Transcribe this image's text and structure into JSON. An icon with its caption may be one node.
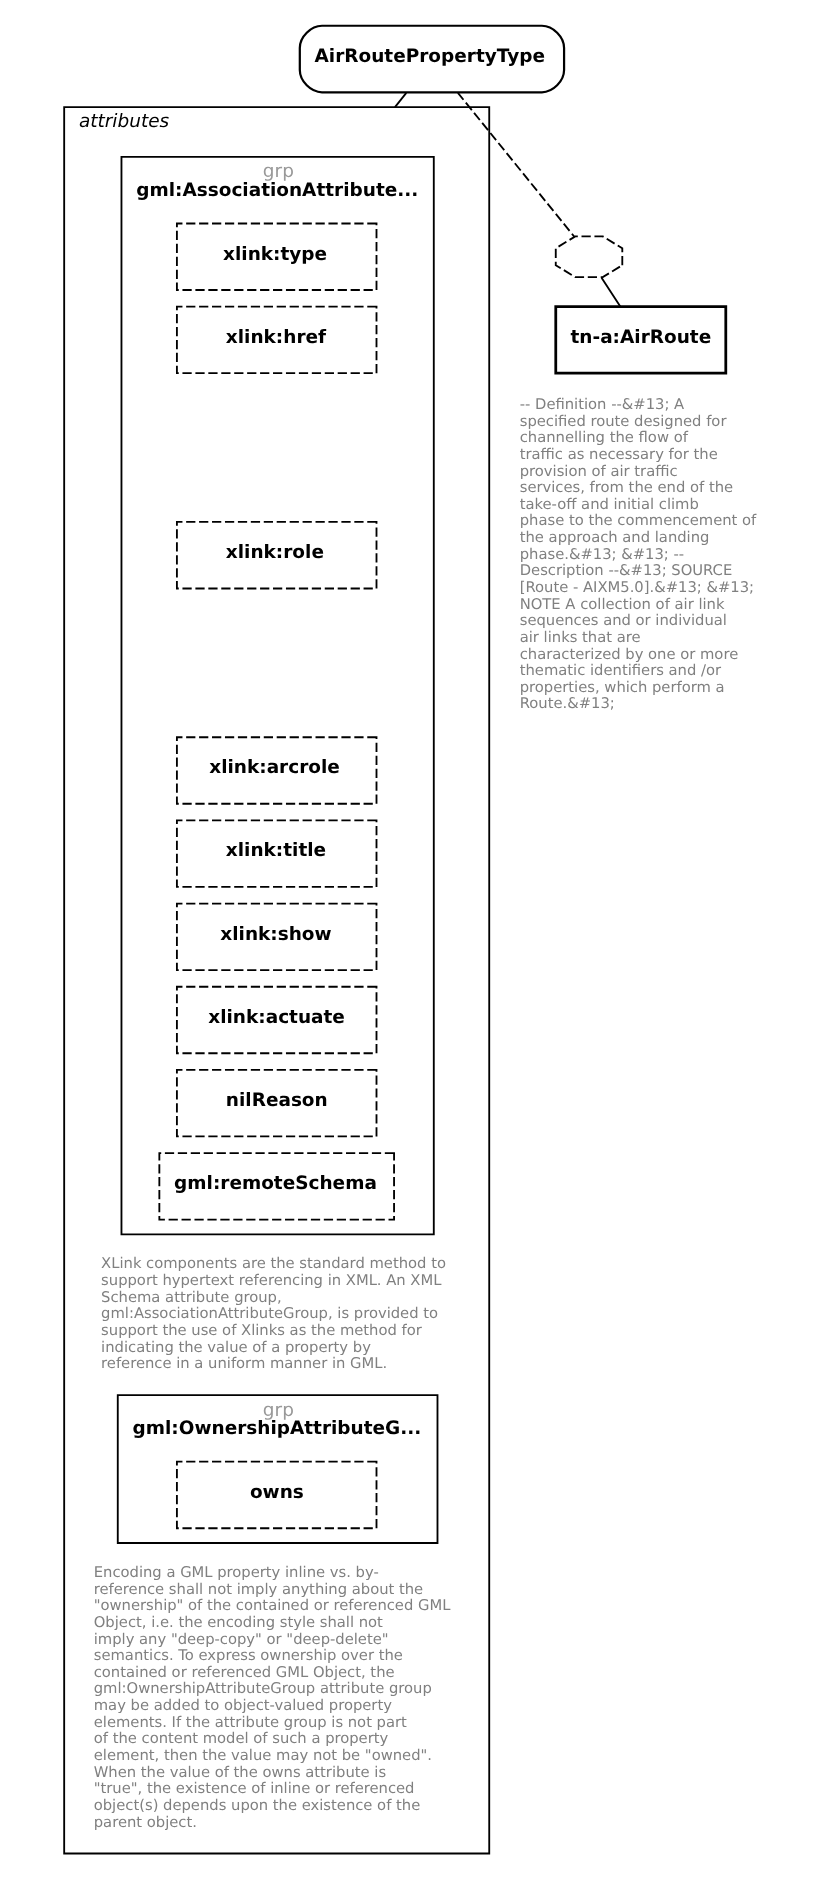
{
  "diagram": {
    "nodes": [
      {
        "text": [
          "AirRoutePropertyType"
        ]
      },
      {
        "text": [
          "attributes"
        ]
      },
      {
        "text": [
          "grp",
          "gml:AssociationAttribute..."
        ],
        "in": 1,
        "beside": [
          "XLink components are the standard method to support hypertext referencing in XML. An XML Schema attribute group, gml:AssociationAttributeGroup, is provided to support the use of Xlinks as the method for indicating the value of a property by reference in a uniform manner in GML."
        ]
      },
      {
        "text": [
          "xlink:type"
        ],
        "in": 2
      },
      {
        "text": [
          "xlink:href"
        ],
        "in": 2
      },
      {
        "text": [
          "xlink:role"
        ],
        "in": 2
      },
      {
        "text": [
          "xlink:arcrole"
        ],
        "in": 2
      },
      {
        "text": [
          "xlink:title"
        ],
        "in": 2
      },
      {
        "text": [
          "xlink:show"
        ],
        "in": 2
      },
      {
        "text": [
          "xlink:actuate"
        ],
        "in": 2
      },
      {
        "text": [
          "nilReason"
        ],
        "in": 2
      },
      {
        "text": [
          "gml:remoteSchema"
        ],
        "in": 2
      },
      {
        "text": [
          "grp",
          "gml:OwnershipAttributeG..."
        ],
        "in": 1,
        "beside": [
          "Encoding a GML property inline vs. by-reference shall not imply anything about the \"ownership\" of the contained or referenced GML Object, i.e. the encoding style shall not imply any \"deep-copy\" or \"deep-delete\" semantics. To express ownership over the contained or referenced GML Object, the gml:OwnershipAttributeGroup attribute group may be added to object-valued property elements. If the attribute group is not part of the content model of such a property element, then the value may not be \"owned\". When the value of the owns attribute is \"true\", the existence of inline or referenced object(s) depends upon the existence of the parent object."
        ]
      },
      {
        "text": [
          "owns"
        ],
        "in": 12
      },
      {
        "text": [],
        "shape": "box"
      },
      {
        "text": [
          "tn-a:AirRoute"
        ],
        "beside": [
          "-- Definition --&#13; A specified route designed for channelling the flow of traffic as necessary for the provision of air traffic services, from the end of the take-off and initial climb phase to the commencement of the approach and landing phase.&#13; &#13; -- Description --&#13; SOURCE [Route - AIXM5.0].&#13; &#13; NOTE A collection of air link sequences and or individual air links that are characterized by one or more thematic identifiers and /or properties, which perform a Route.&#13;"
        ]
      }
    ],
    "edges": [
      {
        "from": 0,
        "to": 1,
        "arrow": "none"
      },
      {
        "from": 0,
        "to": 14,
        "arrow": "none",
        "style": "dashed"
      },
      {
        "from": 14,
        "to": 15,
        "arrow": "none"
      }
    ]
  }
}
